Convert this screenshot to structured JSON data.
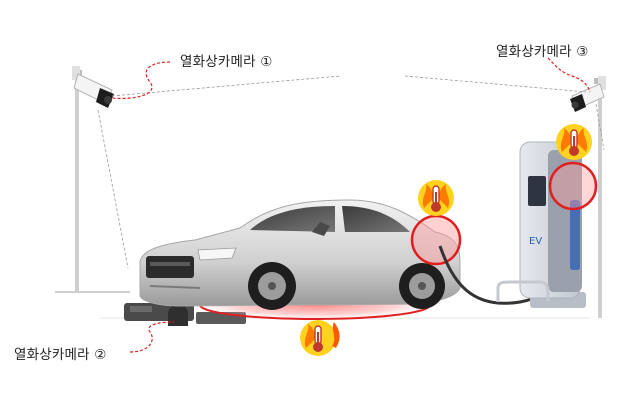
{
  "labels": {
    "camera_1": "열화상카메라 ①",
    "camera_2": "열화상카메라 ②",
    "camera_3": "열화상카메라 ③",
    "charger_logo": "EV"
  },
  "colors": {
    "highlight_red": "#e02020",
    "heat_glow": "#ff6a6a",
    "warning_yellow": "#ffd21f",
    "car_body": "#d8d8d8",
    "charger_accent": "#2a5fbf"
  },
  "icons": [
    "thermal-camera-icon",
    "thermometer-flame-icon"
  ]
}
